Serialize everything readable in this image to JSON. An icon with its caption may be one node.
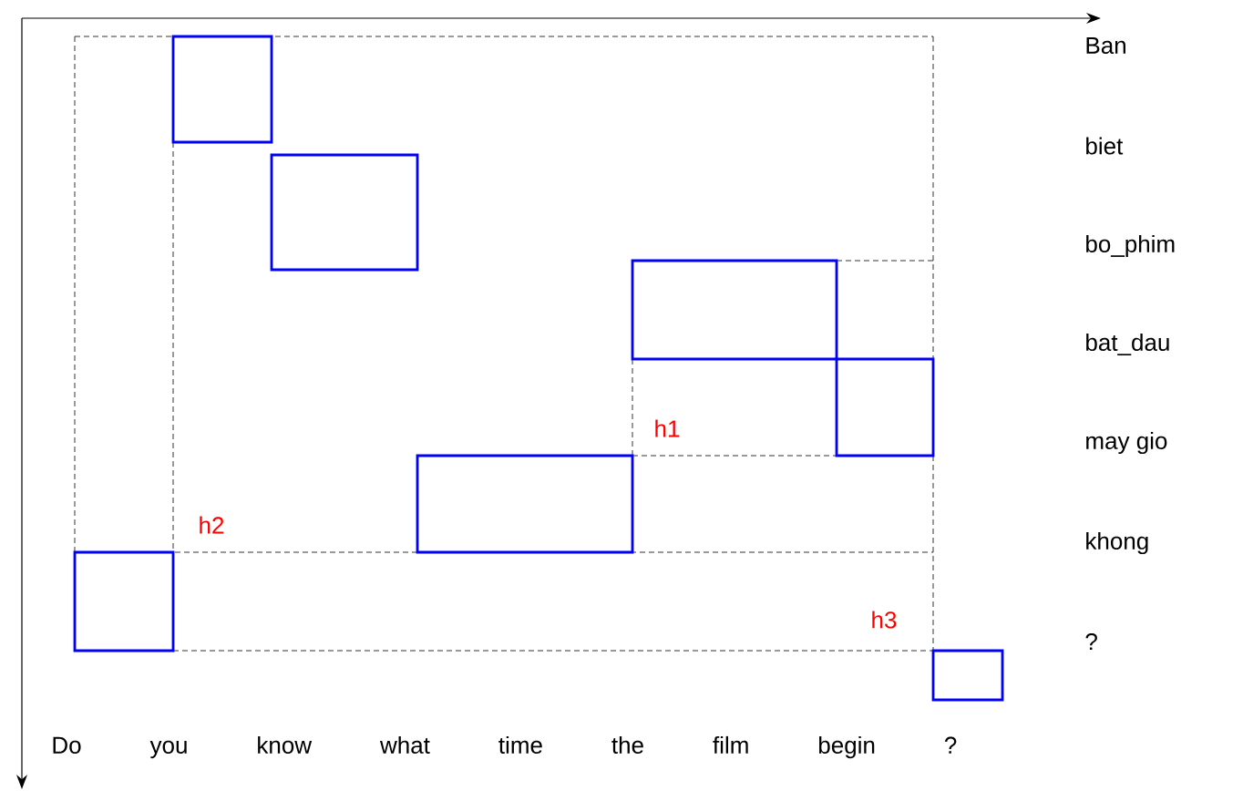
{
  "diagram": {
    "nodes": [
      {
        "text": [],
        "shape": "box"
      },
      {
        "text": [],
        "shape": "box"
      },
      {
        "text": [],
        "shape": "box"
      },
      {
        "text": [],
        "shape": "box"
      },
      {
        "text": [],
        "shape": "box"
      },
      {
        "text": [],
        "shape": "box"
      },
      {
        "text": [],
        "shape": "box"
      }
    ],
    "labels": [
      "Ban",
      "biet",
      "bo_phim",
      "bat_dau",
      "may gio",
      "khong",
      "?",
      "h1",
      "h2",
      "h3",
      "Do you know what time the film begin ?"
    ]
  }
}
